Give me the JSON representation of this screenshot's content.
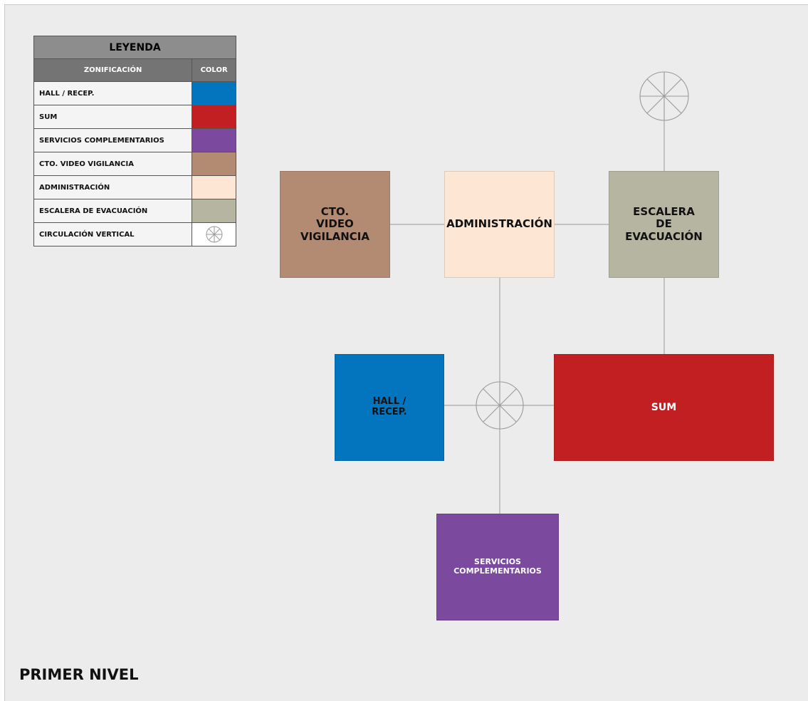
{
  "legend": {
    "title": "LEYENDA",
    "col_zone": "ZONIFICACIÓN",
    "col_color": "COLOR",
    "rows": [
      {
        "label": "HALL / RECEP.",
        "color": "#0275be",
        "icon": ""
      },
      {
        "label": "SUM",
        "color": "#c11f22",
        "icon": ""
      },
      {
        "label": "SERVICIOS COMPLEMENTARIOS",
        "color": "#7b4a9e",
        "icon": ""
      },
      {
        "label": "CTO. VIDEO VIGILANCIA",
        "color": "#b38a72",
        "icon": ""
      },
      {
        "label": "ADMINISTRACIÓN",
        "color": "#fde6d3",
        "icon": ""
      },
      {
        "label": "ESCALERA DE EVACUACIÓN",
        "color": "#b5b5a1",
        "icon": ""
      },
      {
        "label": "CIRCULACIÓN VERTICAL",
        "color": "#ffffff",
        "icon": "vertical-circulation-icon"
      }
    ]
  },
  "zones": {
    "video": {
      "label": "CTO.\nVIDEO\nVIGILANCIA",
      "color": "#b38a72",
      "text_color": "#111111"
    },
    "admin": {
      "label": "ADMINISTRACIÓN",
      "color": "#fde6d3",
      "text_color": "#111111"
    },
    "stairs": {
      "label": "ESCALERA\nDE\nEVACUACIÓN",
      "color": "#b5b5a1",
      "text_color": "#111111"
    },
    "hall": {
      "label": "HALL /\nRECEP.",
      "color": "#0275be",
      "text_color": "#111111"
    },
    "sum": {
      "label": "SUM",
      "color": "#c11f22",
      "text_color": "#ffffff"
    },
    "services": {
      "label": "SERVICIOS\nCOMPLEMENTARIOS",
      "color": "#7b4a9e",
      "text_color": "#ffffff"
    }
  },
  "level_title": "PRIMER NIVEL"
}
